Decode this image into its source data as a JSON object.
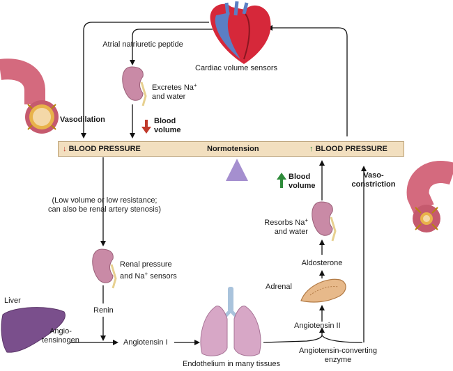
{
  "labels": {
    "atrial": "Atrial natriuretic peptide",
    "cardiac_sensors": "Cardiac volume sensors",
    "excretes_line1": "Excretes Na",
    "excretes_sup": "+",
    "excretes_line2": "and water",
    "vasodilation": "Vasodilation",
    "blood_volume_down_line1": "Blood",
    "blood_volume_down_line2": "volume",
    "bp_low": "BLOOD PRESSURE",
    "normotension": "Normotension",
    "bp_high": "BLOOD PRESSURE",
    "low_volume_line1": "(Low volume or low resistance;",
    "low_volume_line2": "can also be renal artery stenosis)",
    "blood_volume_up_line1": "Blood",
    "blood_volume_up_line2": "volume",
    "vaso_line1": "Vaso-",
    "vaso_line2": "constriction",
    "resorbs_line1": "Resorbs Na",
    "resorbs_sup": "+",
    "resorbs_line2": "and water",
    "aldosterone": "Aldosterone",
    "adrenal": "Adrenal",
    "renal_line1": "Renal pressure",
    "renal_line2_a": "and Na",
    "renal_sup": "+",
    "renal_line2_b": " sensors",
    "renin": "Renin",
    "liver": "Liver",
    "angiotensinogen_line1": "Angio-",
    "angiotensinogen_line2": "tensinogen",
    "angiotensin1": "Angiotensin I",
    "angiotensin2": "Angiotensin II",
    "ace_line1": "Angiotensin-converting",
    "ace_line2": "enzyme",
    "endothelium": "Endothelium in many tissues"
  },
  "colors": {
    "down_arrow": "#c0392b",
    "up_arrow": "#2e8b3a",
    "bar": "#f2dfbf",
    "fulcrum": "#a58fcf",
    "kidney": "#c98aa6",
    "liver": "#7a4f8c",
    "lung": "#d7a7c6",
    "heart_red": "#d6283a",
    "heart_blue": "#5b7fc4",
    "vessel": "#d46a7e"
  },
  "icons": [
    "heart-icon",
    "kidney-icon",
    "liver-icon",
    "lungs-icon",
    "adrenal-icon",
    "blood-vessel-icon"
  ]
}
